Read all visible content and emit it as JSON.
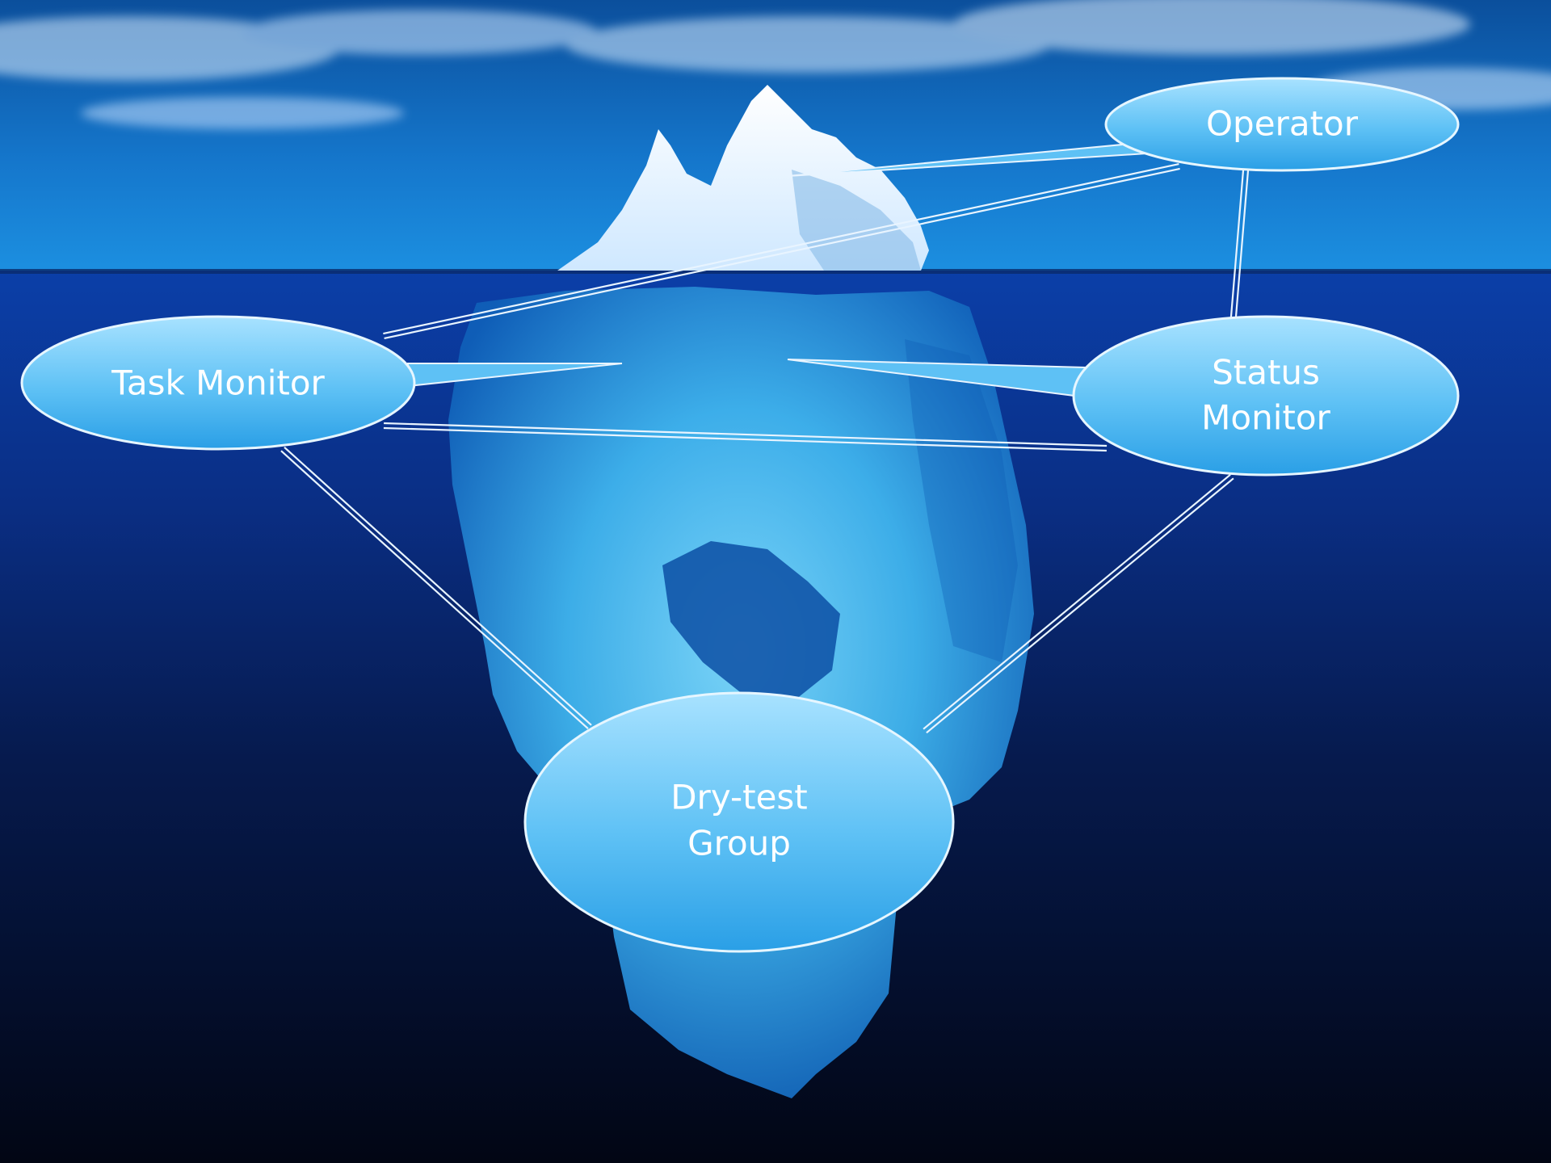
{
  "diagram": {
    "nodes": [
      {
        "id": "operator",
        "label_lines": [
          "Operator"
        ]
      },
      {
        "id": "task-monitor",
        "label_lines": [
          "Task Monitor"
        ]
      },
      {
        "id": "status-monitor",
        "label_lines": [
          "Status",
          "Monitor"
        ]
      },
      {
        "id": "dry-test-group",
        "label_lines": [
          "Dry-test",
          "Group"
        ]
      }
    ],
    "connections": [
      {
        "from": "operator",
        "to": "task-monitor"
      },
      {
        "from": "operator",
        "to": "status-monitor"
      },
      {
        "from": "task-monitor",
        "to": "status-monitor"
      },
      {
        "from": "task-monitor",
        "to": "dry-test-group"
      },
      {
        "from": "status-monitor",
        "to": "dry-test-group"
      }
    ]
  },
  "colors": {
    "sky_top": "#0b4f9c",
    "sky_bottom": "#1c8fe0",
    "sea_top": "#0b3fa8",
    "sea_bottom": "#020614",
    "ice_above": "#ffffff",
    "ice_below": "#3fb4ee",
    "node_fill_top": "#a8e2ff",
    "node_fill_bottom": "#2a9fe6",
    "connector": "#e8f4ff"
  }
}
